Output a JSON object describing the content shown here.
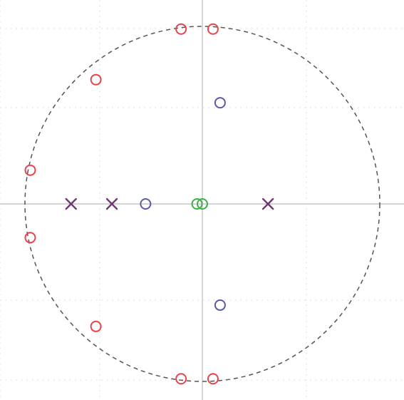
{
  "chart_data": {
    "type": "scatter",
    "title": "",
    "xlabel": "",
    "ylabel": "",
    "xlim": [
      -1.15,
      1.15
    ],
    "ylim": [
      -1.13,
      1.13
    ],
    "grid": true,
    "unit_circle": true,
    "axes_through_origin": true,
    "colors": {
      "circle": "#555555",
      "axes": "#bbbbbb",
      "grid": "#dddddd",
      "red": "#e8434b",
      "blue": "#5a5aa8",
      "green": "#3fae4a",
      "purple": "#6e3a72"
    },
    "series": [
      {
        "marker": "circle",
        "color": "#e8434b",
        "points": [
          {
            "x": -0.12,
            "y": 0.985
          },
          {
            "x": 0.06,
            "y": 0.985
          },
          {
            "x": -0.6,
            "y": 0.7
          },
          {
            "x": -0.97,
            "y": 0.19
          },
          {
            "x": -0.97,
            "y": -0.19
          },
          {
            "x": -0.6,
            "y": -0.69
          },
          {
            "x": -0.12,
            "y": -0.985
          },
          {
            "x": 0.06,
            "y": -0.985
          }
        ]
      },
      {
        "marker": "circle",
        "color": "#5a5aa8",
        "points": [
          {
            "x": 0.1,
            "y": 0.57
          },
          {
            "x": -0.32,
            "y": 0.0
          },
          {
            "x": 0.1,
            "y": -0.57
          }
        ]
      },
      {
        "marker": "circle",
        "color": "#3fae4a",
        "points": [
          {
            "x": -0.03,
            "y": 0.0
          },
          {
            "x": 0.0,
            "y": 0.0
          }
        ]
      },
      {
        "marker": "cross",
        "color": "#6e3a72",
        "points": [
          {
            "x": -0.74,
            "y": 0.0
          },
          {
            "x": -0.51,
            "y": 0.0
          },
          {
            "x": 0.37,
            "y": 0.0
          }
        ]
      }
    ]
  }
}
